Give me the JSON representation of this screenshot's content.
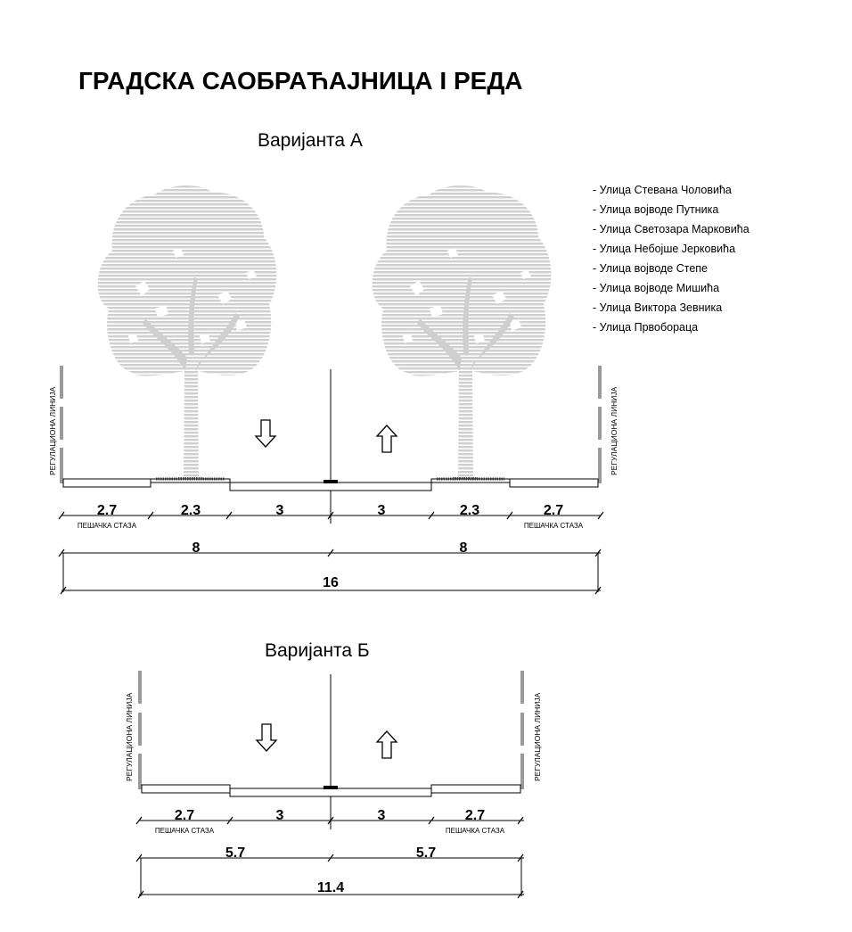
{
  "title": "ГРАДСКА САОБРАЋАЈНИЦА I РЕДА",
  "variant_a": {
    "heading": "Варијанта  А",
    "regulation_label": "РЕГУЛАЦИОНА ЛИНИЈА",
    "sidewalk_label": "ПЕШАЧКА СТАЗА",
    "segments": [
      "2.7",
      "2.3",
      "3",
      "3",
      "2.3",
      "2.7"
    ],
    "halves": [
      "8",
      "8"
    ],
    "total": "16"
  },
  "variant_b": {
    "heading": "Варијанта  Б",
    "regulation_label": "РЕГУЛАЦИОНА ЛИНИЈА",
    "sidewalk_label": "ПЕШАЧКА СТАЗА",
    "segments": [
      "2.7",
      "3",
      "3",
      "2.7"
    ],
    "halves": [
      "5.7",
      "5.7"
    ],
    "total": "11.4"
  },
  "streets": [
    "- Улица Стевана Чоловића",
    "- Улица војводе Путника",
    "- Улица Светозара Марковића",
    "- Улица Небојше Јерковића",
    "- Улица војводе Степе",
    "- Улица војводе Мишића",
    "- Улица Виктора Зевника",
    "- Улица Првобораца"
  ],
  "colors": {
    "tree": "#d6d6d6",
    "regulation_line": "#9a9a9a",
    "ink": "#000000"
  }
}
